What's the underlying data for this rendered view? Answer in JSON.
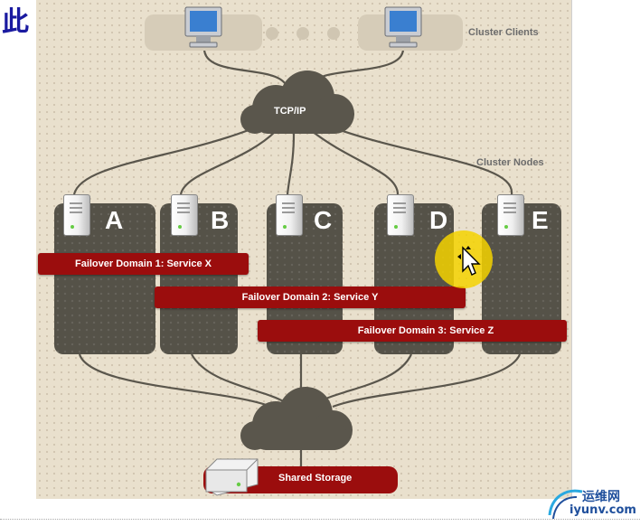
{
  "page": {
    "corner_char": "此"
  },
  "diagram": {
    "labels": {
      "clients": "Cluster Clients",
      "nodes": "Cluster Nodes",
      "network_cloud": "TCP/IP",
      "storage": "Shared Storage"
    },
    "nodes": [
      {
        "letter": "A"
      },
      {
        "letter": "B"
      },
      {
        "letter": "C"
      },
      {
        "letter": "D"
      },
      {
        "letter": "E"
      }
    ],
    "failover_domains": [
      {
        "label": "Failover Domain 1: Service X",
        "members": [
          "A",
          "B"
        ]
      },
      {
        "label": "Failover Domain 2: Service Y",
        "members": [
          "B",
          "C",
          "D"
        ]
      },
      {
        "label": "Failover Domain 3: Service Z",
        "members": [
          "C",
          "D",
          "E"
        ]
      }
    ],
    "colors": {
      "background": "#e9e0cd",
      "node": "#555248",
      "domain_bar": "#9b0d0d",
      "cloud": "#5a564c",
      "cursor_highlight": "#f4d200"
    }
  },
  "watermark": {
    "line1": "运维网",
    "line2": "iyunv.com"
  }
}
